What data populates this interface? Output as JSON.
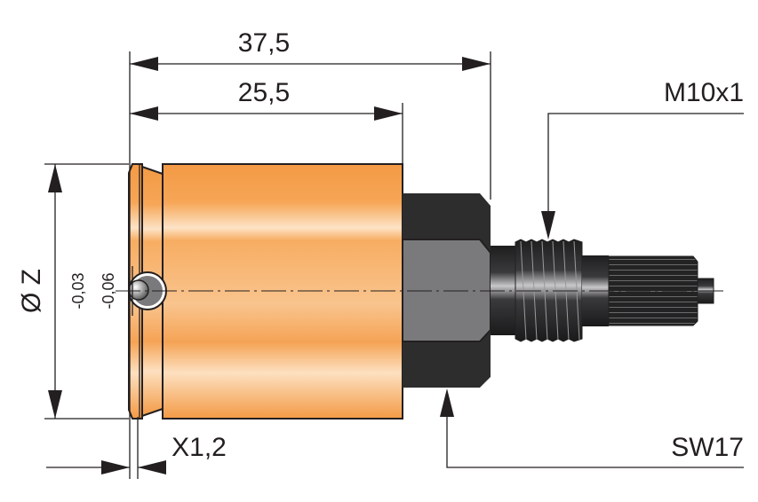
{
  "drawing": {
    "overall_length": "37,5",
    "body_length": "25,5",
    "diameter_label": "Ø Z",
    "tolerance_upper": "-0,03",
    "tolerance_lower": "-0,06",
    "chamfer": "X1,2",
    "thread": "M10x1",
    "wrench_size": "SW17"
  },
  "colors": {
    "body": "#f5a04a",
    "body_highlight": "#fde3c6",
    "hex_dark": "#2e2d2e",
    "hex_face": "#7a7a7c"
  }
}
